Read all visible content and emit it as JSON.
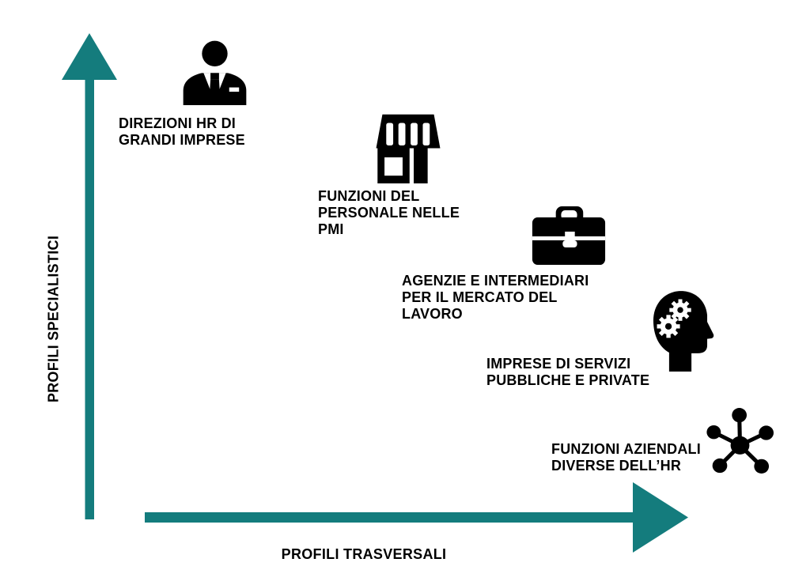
{
  "colors": {
    "axis": "#147C7D",
    "icon": "#000000",
    "text": "#000000",
    "background": "#FFFFFF"
  },
  "axes": {
    "y": {
      "label": "PROFILI SPECIALISTICI"
    },
    "x": {
      "label": "PROFILI TRASVERSALI"
    }
  },
  "items": [
    {
      "id": "direzioni-hr-grandi-imprese",
      "icon": "businessman-icon",
      "label": "DIREZIONI HR DI\nGRANDI IMPRESE"
    },
    {
      "id": "funzioni-personale-pmi",
      "icon": "storefront-icon",
      "label": "FUNZIONI DEL\nPERSONALE NELLE\nPMI"
    },
    {
      "id": "agenzie-intermediari-mercato-lavoro",
      "icon": "briefcase-icon",
      "label": "AGENZIE E INTERMEDIARI\nPER IL MERCATO DEL\nLAVORO"
    },
    {
      "id": "imprese-servizi-pubbliche-private",
      "icon": "head-gears-icon",
      "label": "IMPRESE DI SERVIZI\nPUBBLICHE E PRIVATE"
    },
    {
      "id": "funzioni-aziendali-diverse-hr",
      "icon": "network-icon",
      "label": "FUNZIONI AZIENDALI\nDIVERSE DELL’HR"
    }
  ]
}
